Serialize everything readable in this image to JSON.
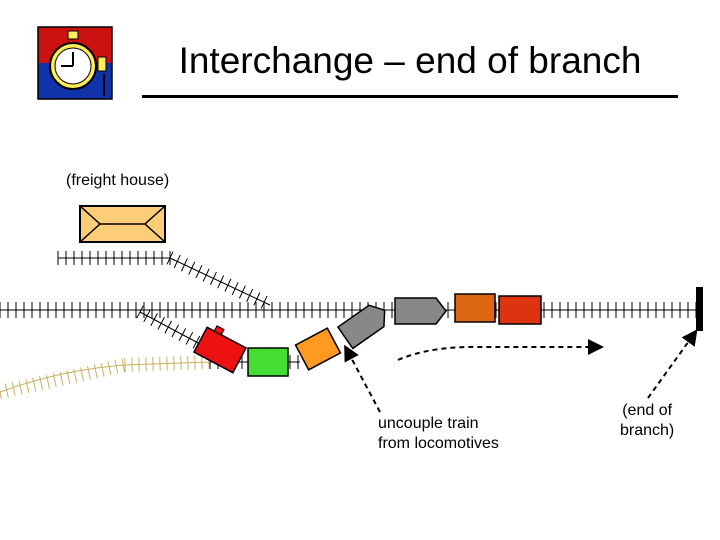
{
  "title": "Interchange – end of branch",
  "logo": {
    "icon": "stopwatch-icon",
    "colors": [
      "#cc1111",
      "#1133aa",
      "#ffee55"
    ]
  },
  "labels": {
    "freight_house": "(freight house)",
    "uncouple_line1": "uncouple train",
    "uncouple_line2": "from locomotives",
    "end_line1": "(end of",
    "end_line2": "branch)"
  },
  "colors": {
    "freight_house_fill": "#ffcc77",
    "red_car": "#ee1111",
    "green_car": "#44dd33",
    "orange_car": "#ff9922",
    "locomotive": "#888888",
    "orange_car_2": "#dd6611",
    "red_car_2": "#dd3311",
    "yellow_track": "#c8b060"
  }
}
